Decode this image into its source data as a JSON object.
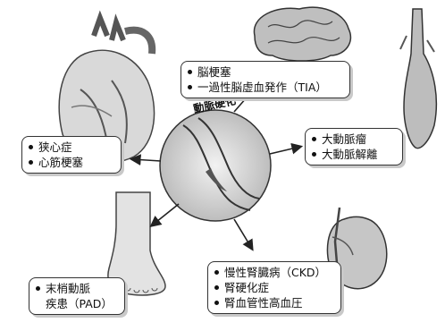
{
  "center": {
    "label": "動脈硬化"
  },
  "boxes": {
    "brain": {
      "items": [
        "脳梗塞",
        "一過性脳虚血発作（TIA）"
      ]
    },
    "heart": {
      "items": [
        "狭心症",
        "心筋梗塞"
      ]
    },
    "aorta": {
      "items": [
        "大動脈瘤",
        "大動脈解離"
      ]
    },
    "legs": {
      "lines": [
        "末梢動脈",
        "疾患（PAD）"
      ]
    },
    "kidney": {
      "items": [
        "慢性腎臓病（CKD）",
        "腎硬化症",
        "腎血管性高血圧"
      ]
    }
  }
}
